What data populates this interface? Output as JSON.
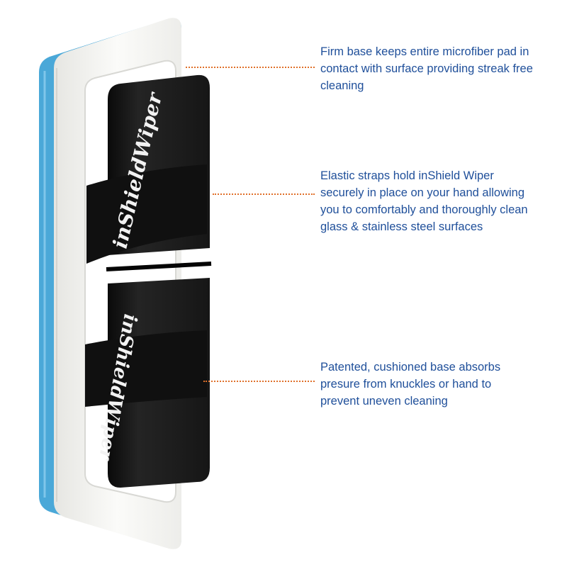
{
  "product": {
    "strap_brand_text": "inShieldWiper",
    "colors": {
      "microfiber": "#4aa8d8",
      "base": "#f7f7f5",
      "pad": "#1c1c1c",
      "strap": "#101010",
      "callout_line": "#e0702a",
      "callout_text": "#1f4f9a"
    }
  },
  "callouts": [
    {
      "text": "Firm base keeps entire microfiber pad in contact with surface providing streak free cleaning"
    },
    {
      "text": "Elastic straps hold inShield Wiper securely in place on your hand allowing you to comfortably and thoroughly clean glass & stainless steel surfaces"
    },
    {
      "text": "Patented, cushioned base absorbs presure from knuckles or hand to prevent uneven cleaning"
    }
  ]
}
